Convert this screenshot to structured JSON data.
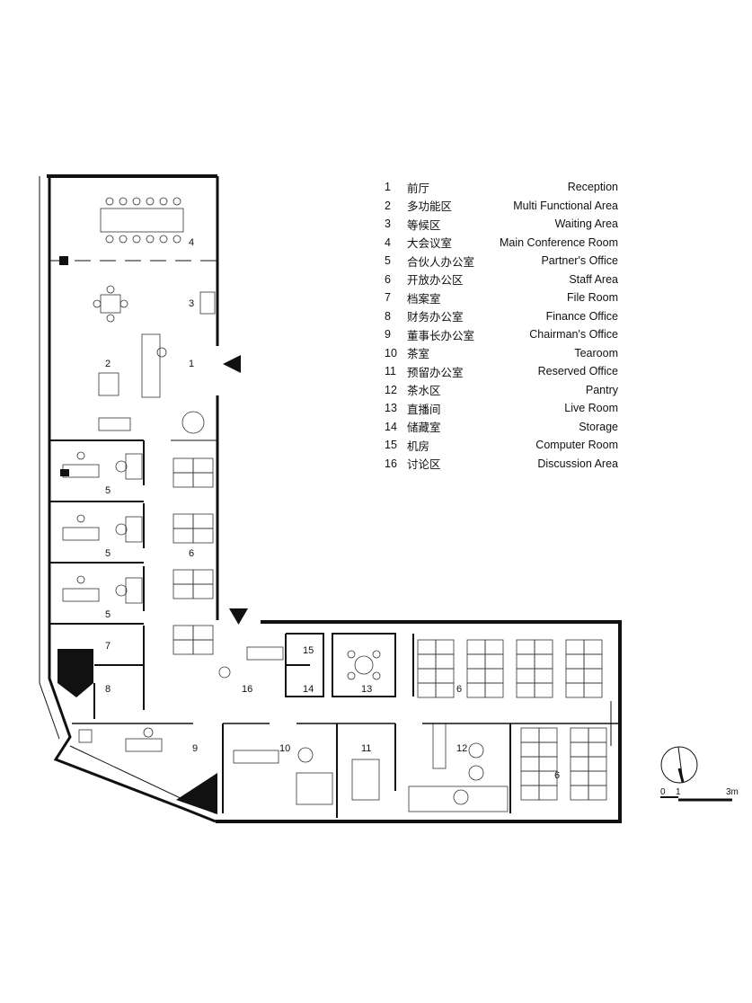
{
  "legend": [
    {
      "num": "1",
      "zh": "前厅",
      "en": "Reception"
    },
    {
      "num": "2",
      "zh": "多功能区",
      "en": "Multi Functional Area"
    },
    {
      "num": "3",
      "zh": "等候区",
      "en": "Waiting Area"
    },
    {
      "num": "4",
      "zh": "大会议室",
      "en": "Main Conference Room"
    },
    {
      "num": "5",
      "zh": "合伙人办公室",
      "en": "Partner's Office"
    },
    {
      "num": "6",
      "zh": "开放办公区",
      "en": "Staff Area"
    },
    {
      "num": "7",
      "zh": "档案室",
      "en": "File Room"
    },
    {
      "num": "8",
      "zh": "财务办公室",
      "en": "Finance Office"
    },
    {
      "num": "9",
      "zh": "董事长办公室",
      "en": "Chairman's Office"
    },
    {
      "num": "10",
      "zh": "茶室",
      "en": "Tearoom"
    },
    {
      "num": "11",
      "zh": "预留办公室",
      "en": "Reserved Office"
    },
    {
      "num": "12",
      "zh": "茶水区",
      "en": "Pantry"
    },
    {
      "num": "13",
      "zh": "直播间",
      "en": "Live Room"
    },
    {
      "num": "14",
      "zh": "储藏室",
      "en": "Storage"
    },
    {
      "num": "15",
      "zh": "机房",
      "en": "Computer Room"
    },
    {
      "num": "16",
      "zh": "讨论区",
      "en": "Discussion Area"
    }
  ],
  "room_labels": [
    "1",
    "2",
    "3",
    "4",
    "5",
    "5",
    "5",
    "6",
    "6",
    "6",
    "7",
    "8",
    "9",
    "10",
    "11",
    "12",
    "13",
    "14",
    "15",
    "16"
  ],
  "scale": {
    "zero": "0",
    "one": "1",
    "three": "3m"
  }
}
